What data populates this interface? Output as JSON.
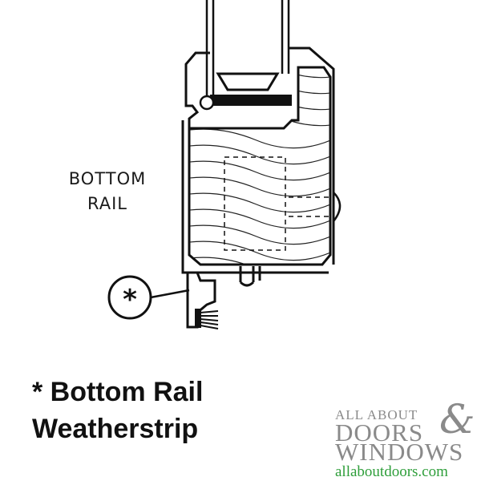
{
  "diagram": {
    "label_line_1": "BOTTOM",
    "label_line_2": "RAIL",
    "callout_symbol": "*"
  },
  "caption": {
    "line_1": "* Bottom Rail",
    "line_2": "Weatherstrip"
  },
  "logo": {
    "line_1": "ALL ABOUT",
    "line_2": "DOORS",
    "ampersand": "&",
    "line_3": "WINDOWS",
    "url": "allaboutdoors.com"
  },
  "colors": {
    "ink": "#111111",
    "logo_gray": "#8a8a8a",
    "logo_green": "#2e9e3a"
  }
}
